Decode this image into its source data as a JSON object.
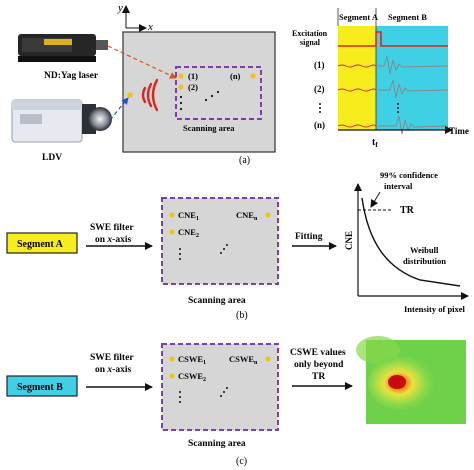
{
  "panel_a": {
    "laser_label": "ND:Yag laser",
    "ldv_label": "LDV",
    "axis_y": "y",
    "axis_x": "x",
    "scan_points": [
      "(1)",
      "(2)",
      "(n)"
    ],
    "scanning_area": "Scanning area",
    "segment_a": "Segment A",
    "segment_b": "Segment B",
    "excitation_1": "Excitation",
    "excitation_2": "signal",
    "rows": [
      "(1)",
      "(2)",
      "(n)"
    ],
    "time_label": "Time",
    "tf_main": "t",
    "tf_sub": "f",
    "caption": "(a)"
  },
  "panel_b": {
    "segment_button": "Segment A",
    "filter_1": "SWE filter",
    "filter_2_pre": "on ",
    "filter_2_axis": "x",
    "filter_2_post": "-axis",
    "cne1_main": "CNE",
    "cne1_sub": "1",
    "cne2_main": "CNE",
    "cne2_sub": "2",
    "cnen_main": "CNE",
    "cnen_sub": "n",
    "scanning_area": "Scanning area",
    "fitting": "Fitting",
    "confidence_1": "99% confidence",
    "confidence_2": "interval",
    "tr": "TR",
    "ylabel": "CNE",
    "weibull_1": "Weibull",
    "weibull_2": "distribution",
    "xlabel": "Intensity of pixel",
    "caption": "(b)"
  },
  "panel_c": {
    "segment_button": "Segment B",
    "filter_1": "SWE filter",
    "filter_2_pre": "on ",
    "filter_2_axis": "x",
    "filter_2_post": "-axis",
    "cswe1_main": "CSWE",
    "cswe1_sub": "1",
    "cswe2_main": "CSWE",
    "cswe2_sub": "2",
    "cswen_main": "CSWE",
    "cswen_sub": "n",
    "scanning_area": "Scanning area",
    "result_1": "CSWE values",
    "result_2": "only beyond",
    "result_3": "TR",
    "caption": "(c)"
  },
  "colors": {
    "segment_a_fill": "#f7ec1c",
    "segment_b_fill": "#3fd0e6",
    "dashed_box": "#7a3fa8",
    "dot": "#f2c21a",
    "excitation": "#d9261c"
  }
}
